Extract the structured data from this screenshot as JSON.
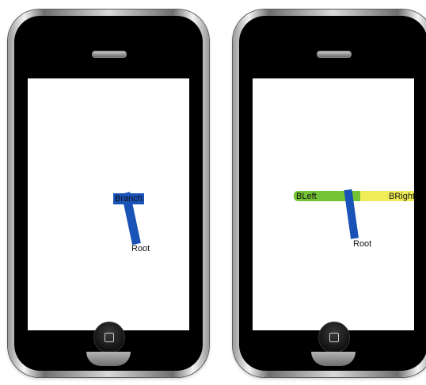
{
  "phones": [
    {
      "labels": {
        "branch": "Branch",
        "root": "Root"
      },
      "colors": {
        "stick": "#1a53b8"
      }
    },
    {
      "labels": {
        "bleft": "BLeft",
        "bright": "BRight",
        "root": "Root"
      },
      "colors": {
        "stick": "#1a53b8",
        "left_branch": "#74c235",
        "right_branch": "#efec57"
      }
    }
  ]
}
